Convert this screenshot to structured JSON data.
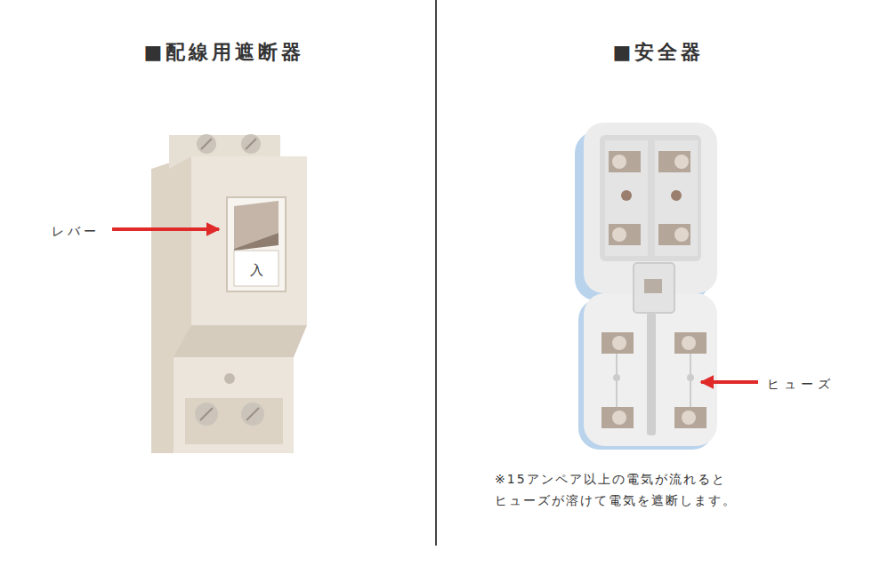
{
  "diagram": {
    "labels": [
      "■配線用遮断器",
      "■安全器",
      "レバー",
      "入",
      "ヒューズ",
      "※15アンペア以上の電気が流れると ヒューズが溶けて電気を遮断します。"
    ]
  }
}
